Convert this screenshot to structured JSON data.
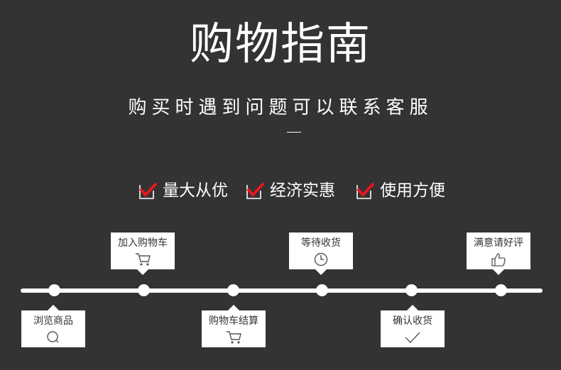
{
  "header": {
    "title": "购物指南",
    "subtitle": "购买时遇到问题可以联系客服"
  },
  "features": [
    {
      "label": "量大从优",
      "icon": "checkmark-icon"
    },
    {
      "label": "经济实惠",
      "icon": "checkmark-icon"
    },
    {
      "label": "使用方便",
      "icon": "checkmark-icon"
    }
  ],
  "steps": [
    {
      "label": "浏览商品",
      "icon": "search-icon"
    },
    {
      "label": "加入购物车",
      "icon": "cart-icon"
    },
    {
      "label": "购物车结算",
      "icon": "cart-icon"
    },
    {
      "label": "等待收货",
      "icon": "clock-icon"
    },
    {
      "label": "确认收货",
      "icon": "checkmark-icon"
    },
    {
      "label": "满意请好评",
      "icon": "thumbs-up-icon"
    }
  ],
  "colors": {
    "background": "#333333",
    "accent": "#e4171f",
    "text": "#ffffff",
    "card_text": "#333333"
  }
}
